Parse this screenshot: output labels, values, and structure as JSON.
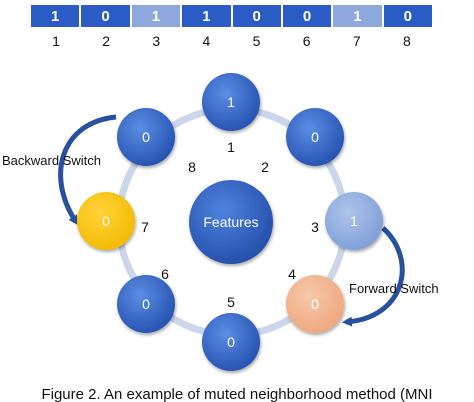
{
  "bit_vector": {
    "bits": [
      "1",
      "0",
      "1",
      "1",
      "0",
      "0",
      "1",
      "0"
    ],
    "bit_shades": [
      "dark",
      "dark",
      "light",
      "dark",
      "dark",
      "dark",
      "light",
      "dark"
    ],
    "indices": [
      "1",
      "2",
      "3",
      "4",
      "5",
      "6",
      "7",
      "8"
    ]
  },
  "diagram": {
    "center_label": "Features",
    "nodes": [
      {
        "id": "1",
        "value": "1",
        "tone": "blue"
      },
      {
        "id": "2",
        "value": "0",
        "tone": "blue"
      },
      {
        "id": "3",
        "value": "1",
        "tone": "light-blue"
      },
      {
        "id": "4",
        "value": "0",
        "tone": "peach"
      },
      {
        "id": "5",
        "value": "0",
        "tone": "blue"
      },
      {
        "id": "6",
        "value": "0",
        "tone": "blue"
      },
      {
        "id": "7",
        "value": "0",
        "tone": "yellow"
      },
      {
        "id": "8",
        "value": "0",
        "tone": "blue"
      }
    ],
    "backward_label": "Backward Switch",
    "forward_label": "Forward Switch"
  },
  "caption": "Figure 2. An example of muted neighborhood method (MNI"
}
